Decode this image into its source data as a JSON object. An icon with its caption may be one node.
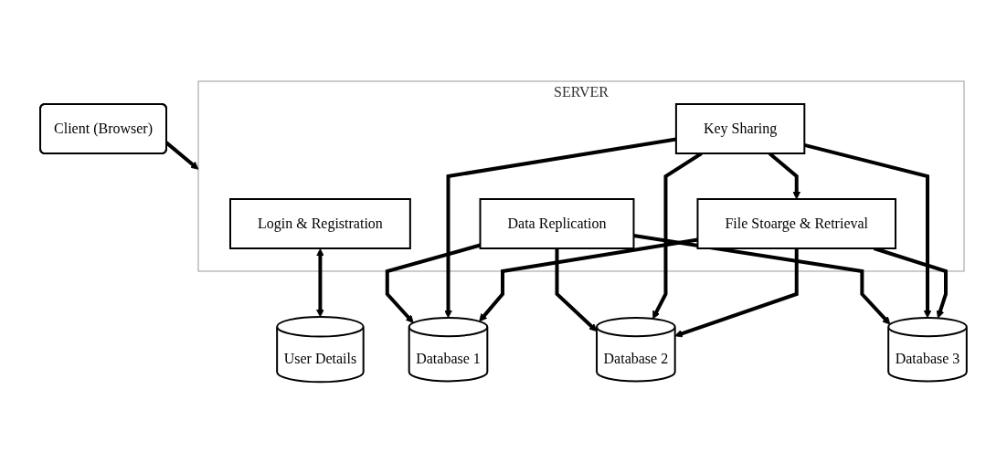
{
  "diagram": {
    "nodes": [
      {
        "text": [
          "Client (Browser)"
        ]
      },
      {
        "text": [
          "SERVER"
        ]
      },
      {
        "text": [
          "Login & Registration"
        ],
        "in": 1
      },
      {
        "text": [
          "Data Replication"
        ],
        "in": 1
      },
      {
        "text": [
          "Key Sharing"
        ],
        "in": 1
      },
      {
        "text": [
          "File Stoarge & Retrieval"
        ],
        "in": 1
      },
      {
        "text": [
          "User Details"
        ]
      },
      {
        "text": [
          "Database 1"
        ]
      },
      {
        "text": [
          "Database 2"
        ]
      },
      {
        "text": [
          "Database 3"
        ]
      }
    ],
    "edges": [
      {
        "from": 0,
        "to": 1,
        "arrow": "to"
      },
      {
        "from": 2,
        "to": 6,
        "arrow": "both"
      },
      {
        "from": 4,
        "to": 5,
        "arrow": "to"
      },
      {
        "from": 3,
        "to": 7,
        "arrow": "to"
      },
      {
        "from": 3,
        "to": 8,
        "arrow": "to"
      },
      {
        "from": 3,
        "to": 9,
        "arrow": "to"
      },
      {
        "from": 4,
        "to": 7,
        "arrow": "to"
      },
      {
        "from": 4,
        "to": 8,
        "arrow": "to"
      },
      {
        "from": 4,
        "to": 9,
        "arrow": "to"
      },
      {
        "from": 5,
        "to": 7,
        "arrow": "to"
      },
      {
        "from": 5,
        "to": 8,
        "arrow": "to"
      },
      {
        "from": 5,
        "to": 9,
        "arrow": "to"
      }
    ]
  }
}
